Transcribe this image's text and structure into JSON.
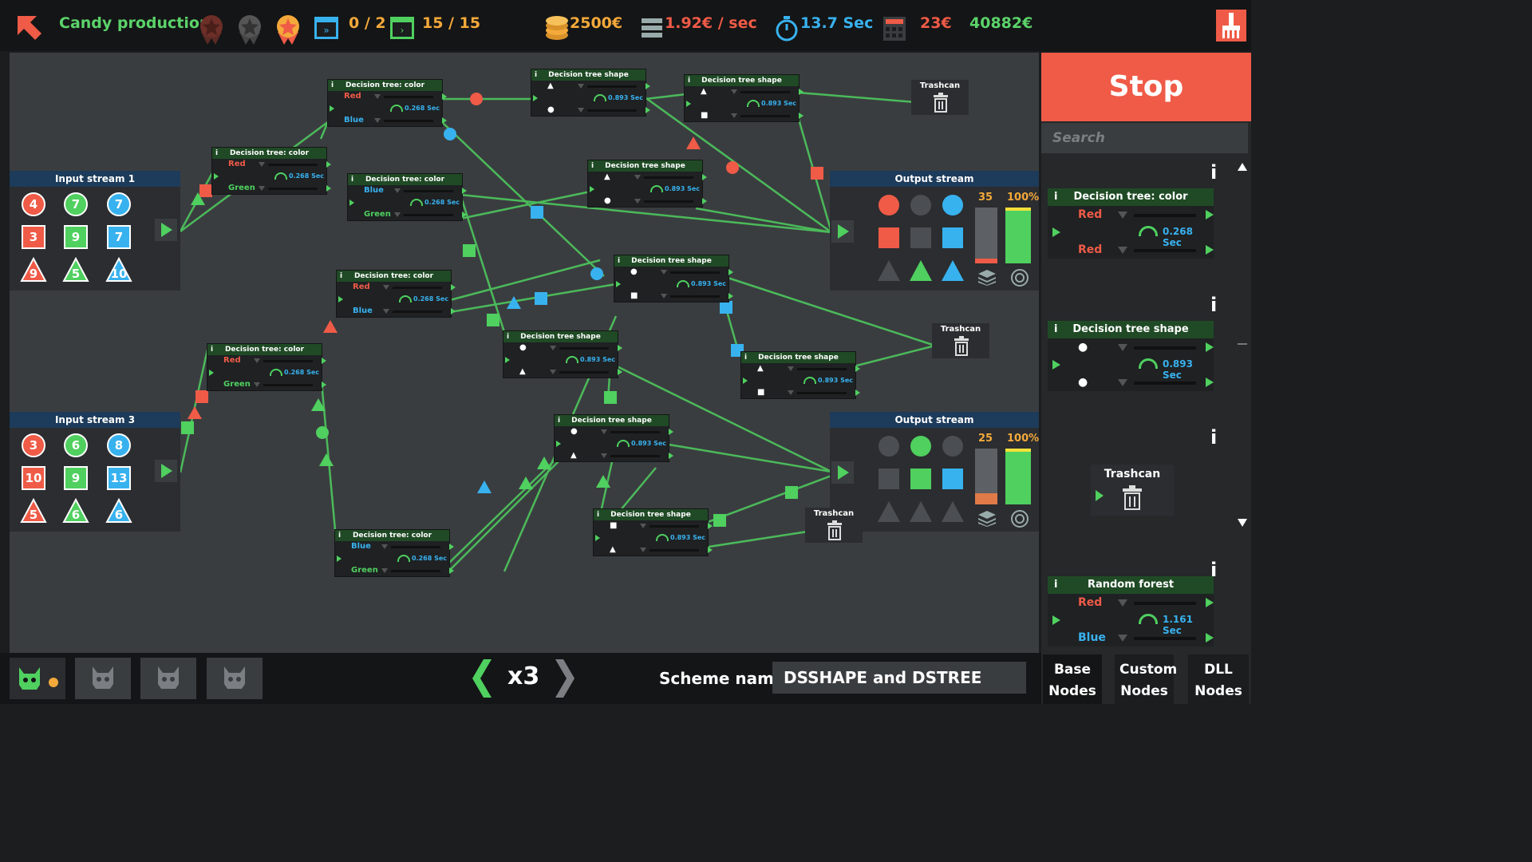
{
  "topbar": {
    "title": "Candy production",
    "tasks": "0 / 2",
    "steps": "15 / 15",
    "coins": "2500€",
    "rate": "1.92€ / sec",
    "time": "13.7 Sec",
    "cost": "23€",
    "total": "40882€"
  },
  "colors": {
    "red": "#ef5b47",
    "green": "#4fd05f",
    "blue": "#38b2ef",
    "gray": "#4b4e52"
  },
  "canvas_nodes": [
    {
      "title": "Decision tree: color",
      "out1": "Red",
      "out2": "Blue",
      "sec": "0.268 Sec",
      "c1": "red",
      "c2": "blue"
    },
    {
      "title": "Decision tree: color",
      "out1": "Red",
      "out2": "Green",
      "sec": "0.268 Sec",
      "c1": "red",
      "c2": "green"
    },
    {
      "title": "Decision tree: color",
      "out1": "Blue",
      "out2": "Green",
      "sec": "0.268 Sec",
      "c1": "blue",
      "c2": "green"
    },
    {
      "title": "Decision tree: color",
      "out1": "Red",
      "out2": "Blue",
      "sec": "0.268 Sec",
      "c1": "red",
      "c2": "blue"
    },
    {
      "title": "Decision tree: color",
      "out1": "Red",
      "out2": "Green",
      "sec": "0.268 Sec",
      "c1": "red",
      "c2": "green"
    },
    {
      "title": "Decision tree: color",
      "out1": "Blue",
      "out2": "Green",
      "sec": "0.268 Sec",
      "c1": "blue",
      "c2": "green"
    },
    {
      "title": "Decision tree shape",
      "out1": "▲",
      "out2": "●",
      "sec": "0.893 Sec",
      "c1": "white",
      "c2": "white"
    },
    {
      "title": "Decision tree shape",
      "out1": "▲",
      "out2": "■",
      "sec": "0.893 Sec",
      "c1": "white",
      "c2": "white"
    },
    {
      "title": "Decision tree shape",
      "out1": "▲",
      "out2": "●",
      "sec": "0.893 Sec",
      "c1": "white",
      "c2": "white"
    },
    {
      "title": "Decision tree shape",
      "out1": "●",
      "out2": "■",
      "sec": "0.893 Sec",
      "c1": "white",
      "c2": "white"
    },
    {
      "title": "Decision tree shape",
      "out1": "●",
      "out2": "▲",
      "sec": "0.893 Sec",
      "c1": "white",
      "c2": "white"
    },
    {
      "title": "Decision tree shape",
      "out1": "▲",
      "out2": "■",
      "sec": "0.893 Sec",
      "c1": "white",
      "c2": "white"
    },
    {
      "title": "Decision tree shape",
      "out1": "●",
      "out2": "▲",
      "sec": "0.893 Sec",
      "c1": "white",
      "c2": "white"
    },
    {
      "title": "Decision tree shape",
      "out1": "■",
      "out2": "▲",
      "sec": "0.893 Sec",
      "c1": "white",
      "c2": "white"
    }
  ],
  "input_stream_1": {
    "title": "Input stream 1",
    "circles": [
      "4",
      "7",
      "7"
    ],
    "squares": [
      "3",
      "9",
      "7"
    ],
    "triangles": [
      "9",
      "5",
      "10"
    ]
  },
  "input_stream_3": {
    "title": "Input stream 3",
    "circles": [
      "3",
      "6",
      "8"
    ],
    "squares": [
      "10",
      "9",
      "13"
    ],
    "triangles": [
      "5",
      "6",
      "6"
    ]
  },
  "output_stream_1": {
    "title": "Output stream",
    "count": "35",
    "percent": "100%"
  },
  "output_stream_2": {
    "title": "Output stream",
    "count": "25",
    "percent": "100%"
  },
  "trashcans": [
    "Trashcan",
    "Trashcan",
    "Trashcan"
  ],
  "right_panel": {
    "stop_label": "Stop",
    "search_placeholder": "Search",
    "node_color": {
      "title": "Decision tree: color",
      "out1": "Red",
      "out2": "Red",
      "sec": "0.268 Sec"
    },
    "node_shape": {
      "title": "Decision tree shape",
      "sec": "0.893 Sec"
    },
    "node_trash": {
      "title": "Trashcan"
    },
    "node_forest": {
      "title": "Random forest",
      "out1": "Red",
      "out2": "Blue",
      "sec": "1.161 Sec"
    },
    "info": "i",
    "tabs": [
      {
        "line1": "Base",
        "line2": "Nodes"
      },
      {
        "line1": "Custom",
        "line2": "Nodes"
      },
      {
        "line1": "DLL",
        "line2": "Nodes"
      }
    ]
  },
  "bottombar": {
    "speed": "x3",
    "scheme_label": "Scheme name :",
    "scheme_value": "DSSHAPE and DSTREE"
  }
}
